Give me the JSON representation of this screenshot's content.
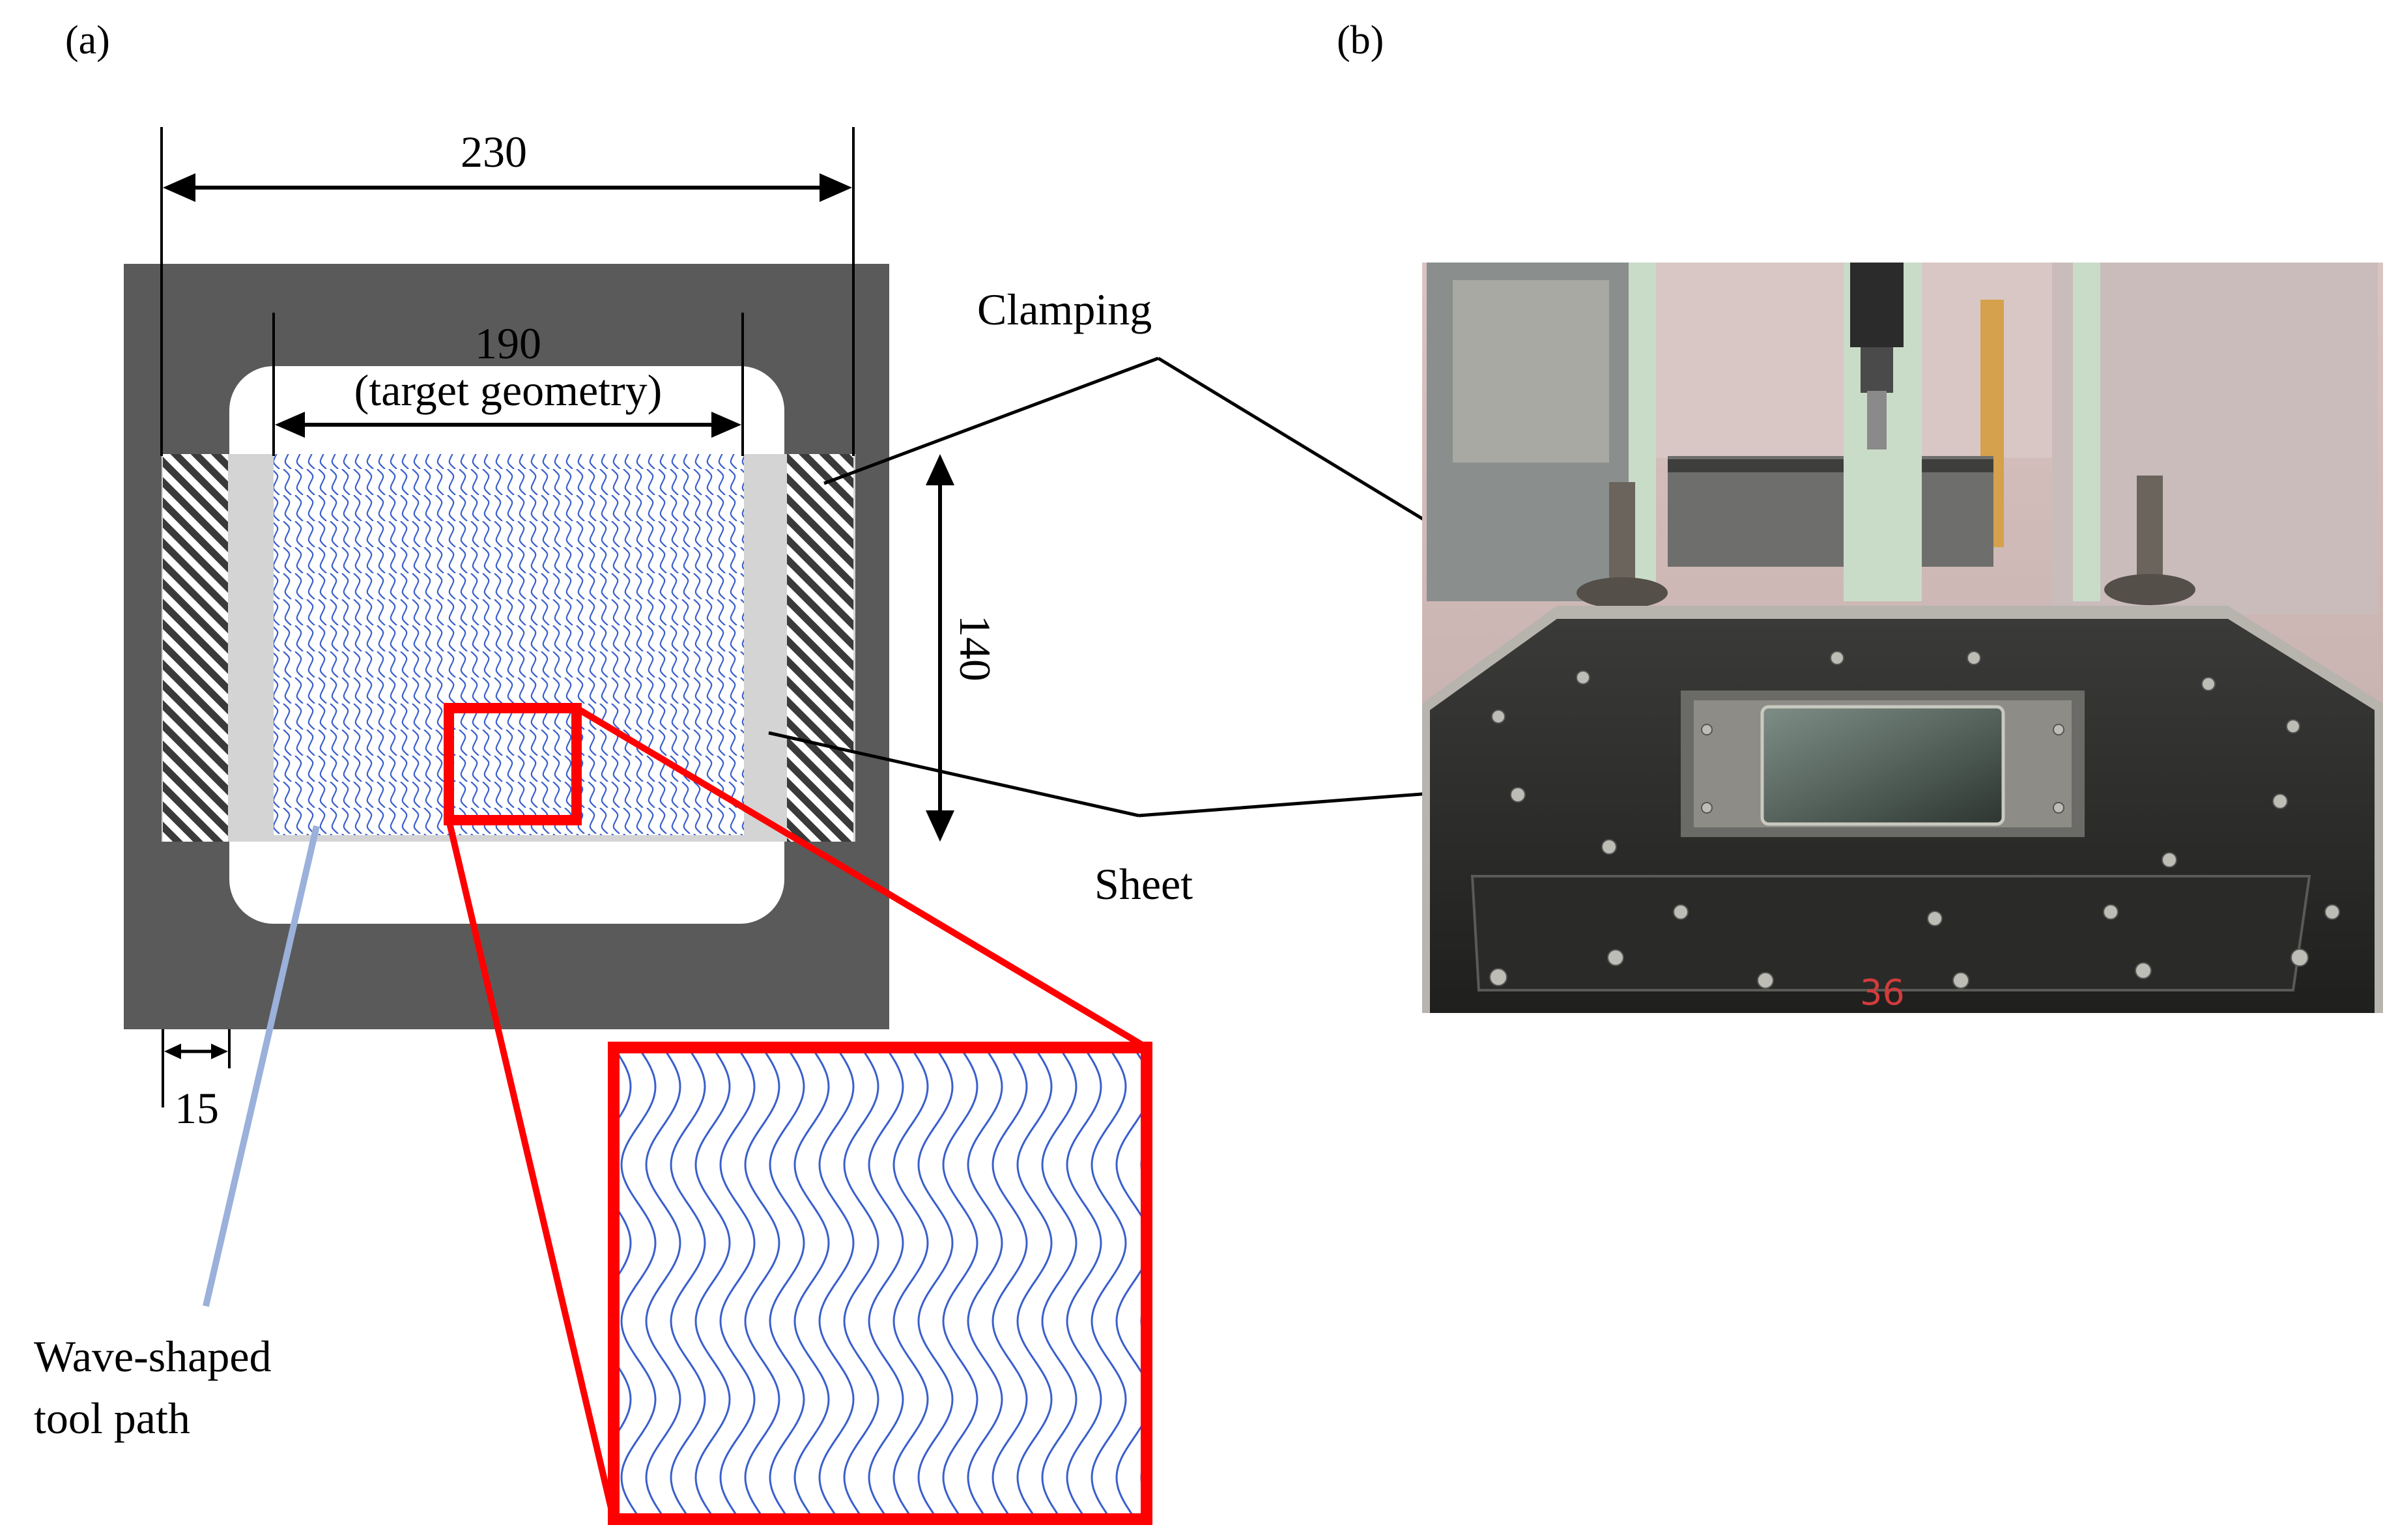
{
  "panels": {
    "a_label": "(a)",
    "b_label": "(b)"
  },
  "dimensions": {
    "outer_width": "230",
    "target_width": "190",
    "target_caption": "(target geometry)",
    "height": "140",
    "clamp_width": "15"
  },
  "callouts": {
    "clamping": "Clamping",
    "sheet": "Sheet",
    "toolpath_line1": "Wave-shaped",
    "toolpath_line2": "tool path"
  },
  "photo": {
    "marker_text": "36"
  },
  "colors": {
    "frame": "#5a5a5a",
    "sheet": "#d4d4d4",
    "toolpath": "#3a5fcd",
    "toolpath_light": "#8fa6d8",
    "zoom_box": "#ff0000",
    "leader": "#000000",
    "toolpath_leader": "#9bb0da"
  }
}
